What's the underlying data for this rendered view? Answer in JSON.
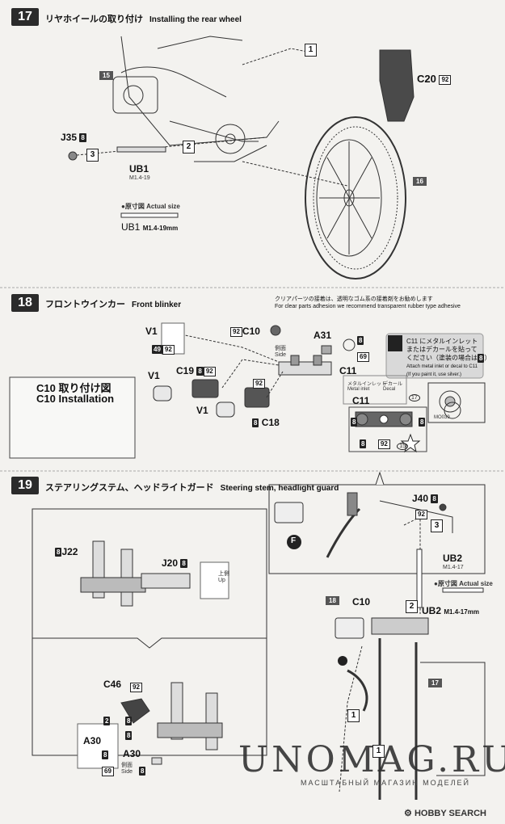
{
  "steps": [
    {
      "num": "17",
      "title_jp": "リヤホイールの取り付け",
      "title_en": "Installing the rear wheel"
    },
    {
      "num": "18",
      "title_jp": "フロントウインカー",
      "title_en": "Front blinker"
    },
    {
      "num": "19",
      "title_jp": "ステアリングステム、ヘッドライトガード",
      "title_en": "Steering stem, headlight guard"
    }
  ],
  "s17": {
    "ref15": "15",
    "ref16": "16",
    "c20": "C20",
    "c20_col": "92",
    "j35": "J35",
    "j35_col": "8",
    "ub1": "UB1",
    "ub1_size": "M1.4-19",
    "seq1": "1",
    "seq2": "2",
    "seq3": "3",
    "actual_jp": "●原寸図",
    "actual_en": "Actual size",
    "ub1_bottom": "UB1",
    "ub1_bottom_size": "M1.4-19mm"
  },
  "s18": {
    "clear_note_jp": "クリアパーツの接着は、透明なゴム系の接着剤をお勧めします",
    "clear_note_en": "For clear parts adhesion we recommend transparent rubber type adhesive",
    "v1_box": "V1",
    "v1_c1": "49",
    "v1_c2": "92",
    "c10": "C10",
    "c10_col": "92",
    "side_jp": "側面",
    "side_en": "Side",
    "a31": "A31",
    "a31_c1": "8",
    "a31_c2": "69",
    "c11": "C11",
    "c11_note1": "C11 にメタルインレット",
    "c11_note2": "またはデカールを貼って",
    "c11_note3": "ください（塗装の場合は",
    "c11_note3b": "8",
    "c11_note3c": "）",
    "c11_note4": "Attach metal inlet or decal to C11",
    "c11_note5": "(If you paint it, use silver.)",
    "c10_inst_jp": "C10 取り付け図",
    "c10_inst_en": "C10 Installation",
    "v1": "V1",
    "c19": "C19",
    "c19_c1": "8",
    "c19_c2": "92",
    "v1b": "V1",
    "c18": "C18",
    "c18_c1": "92",
    "c18_c2": "8",
    "c11b": "C11",
    "metal_jp": "メタルインレット",
    "metal_en": "Metal inlet",
    "decal_jp": "デカール",
    "decal_en": "Decal",
    "decal_no": "17",
    "c11_c1": "8",
    "c11_c2": "8",
    "c11_c3": "8",
    "c11_c4": "92",
    "c11_c5": "15",
    "mo_code": "MO039"
  },
  "s19": {
    "j22": "J22",
    "j22_col": "8",
    "j20": "J20",
    "j20_col": "8",
    "up_jp": "上側",
    "up_en": "Up",
    "c46": "C46",
    "c46_col": "92",
    "seq2": "2",
    "col8a": "8",
    "col8b": "8",
    "a30": "A30",
    "a30_c1": "8",
    "a30_c2": "69",
    "a30b": "A30",
    "a30b_side_jp": "側面",
    "a30b_side_en": "Side",
    "a30b_col": "8",
    "f_label": "F",
    "ref18": "18",
    "ref17": "17",
    "c10": "C10",
    "j40": "J40",
    "j40_c1": "8",
    "j40_c2": "92",
    "seq3": "3",
    "ub2": "UB2",
    "ub2_size": "M1.4-17",
    "actual_jp": "●原寸図",
    "actual_en": "Actual size",
    "ub2_bottom": "UB2",
    "ub2_bottom_size": "M1.4-17mm",
    "seq1a": "1",
    "seq1b": "1",
    "seq2b": "2"
  },
  "watermark": {
    "main": "UNOMAG.RU",
    "sub": "МАСШТАБНЫЙ МАГАЗИН МОДЕЛЕЙ"
  },
  "footer": {
    "brand": "HOBBY SEARCH"
  }
}
